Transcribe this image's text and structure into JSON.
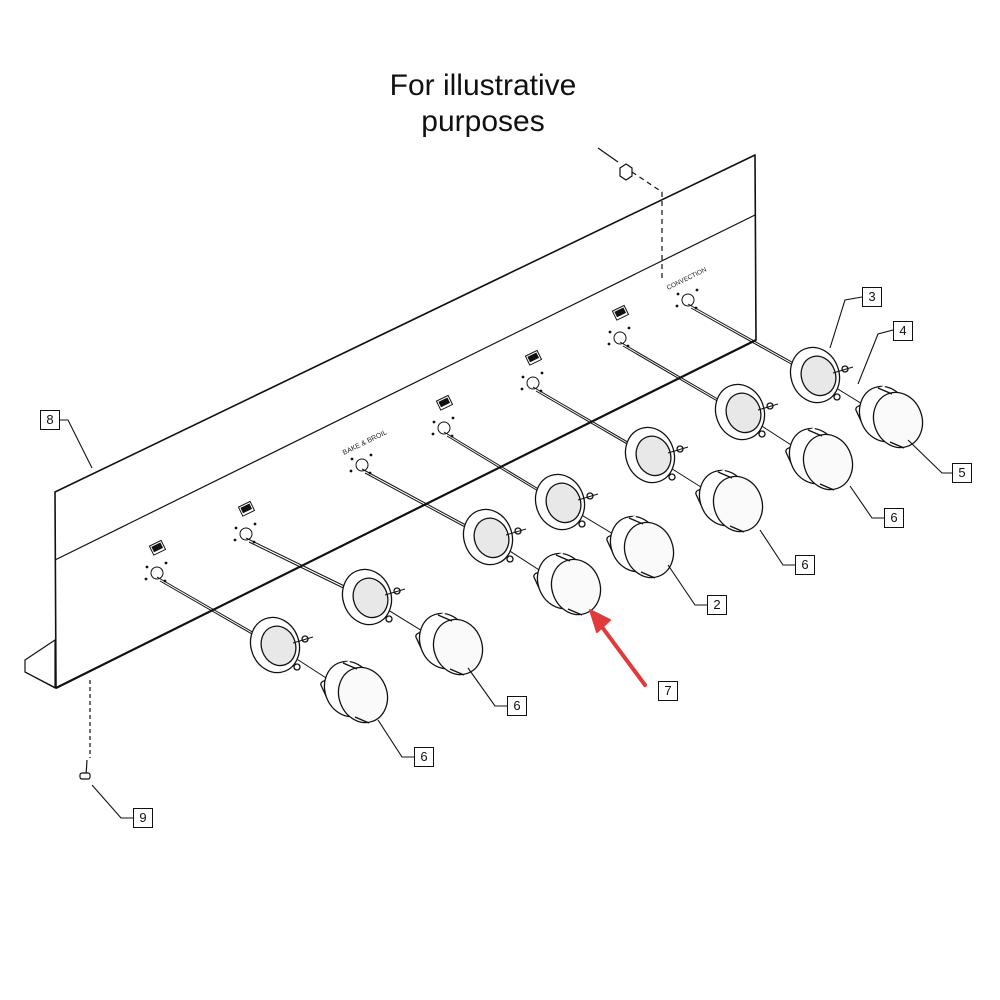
{
  "caption": {
    "line1": "For illustrative",
    "line2": "purposes"
  },
  "panel_labels": {
    "bake_broil": "BAKE & BROIL",
    "convection": "CONVECTION"
  },
  "callouts": [
    {
      "id": "callout-2",
      "text": "2"
    },
    {
      "id": "callout-3",
      "text": "3"
    },
    {
      "id": "callout-4",
      "text": "4"
    },
    {
      "id": "callout-5",
      "text": "5"
    },
    {
      "id": "callout-6a",
      "text": "6"
    },
    {
      "id": "callout-6b",
      "text": "6"
    },
    {
      "id": "callout-6c",
      "text": "6"
    },
    {
      "id": "callout-6d",
      "text": "6"
    },
    {
      "id": "callout-7",
      "text": "7"
    },
    {
      "id": "callout-8",
      "text": "8"
    },
    {
      "id": "callout-9",
      "text": "9"
    }
  ],
  "colors": {
    "line": "#111111",
    "highlight_arrow": "#e03a3a"
  }
}
